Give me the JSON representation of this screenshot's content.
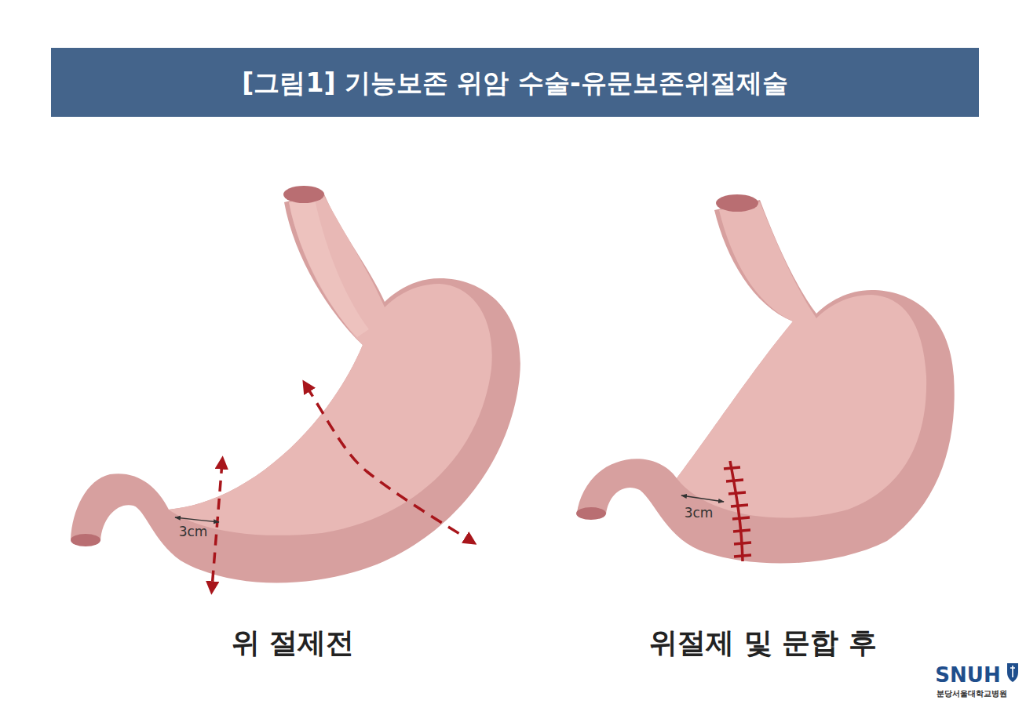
{
  "diagram": {
    "title": "[그림1] 기능보존 위암 수술-유문보존위절제술",
    "labels": [
      "3cm",
      "위 절제전",
      "3cm",
      "위절제 및 문합 후",
      "SNUH",
      "분당서울대학교병원"
    ]
  }
}
